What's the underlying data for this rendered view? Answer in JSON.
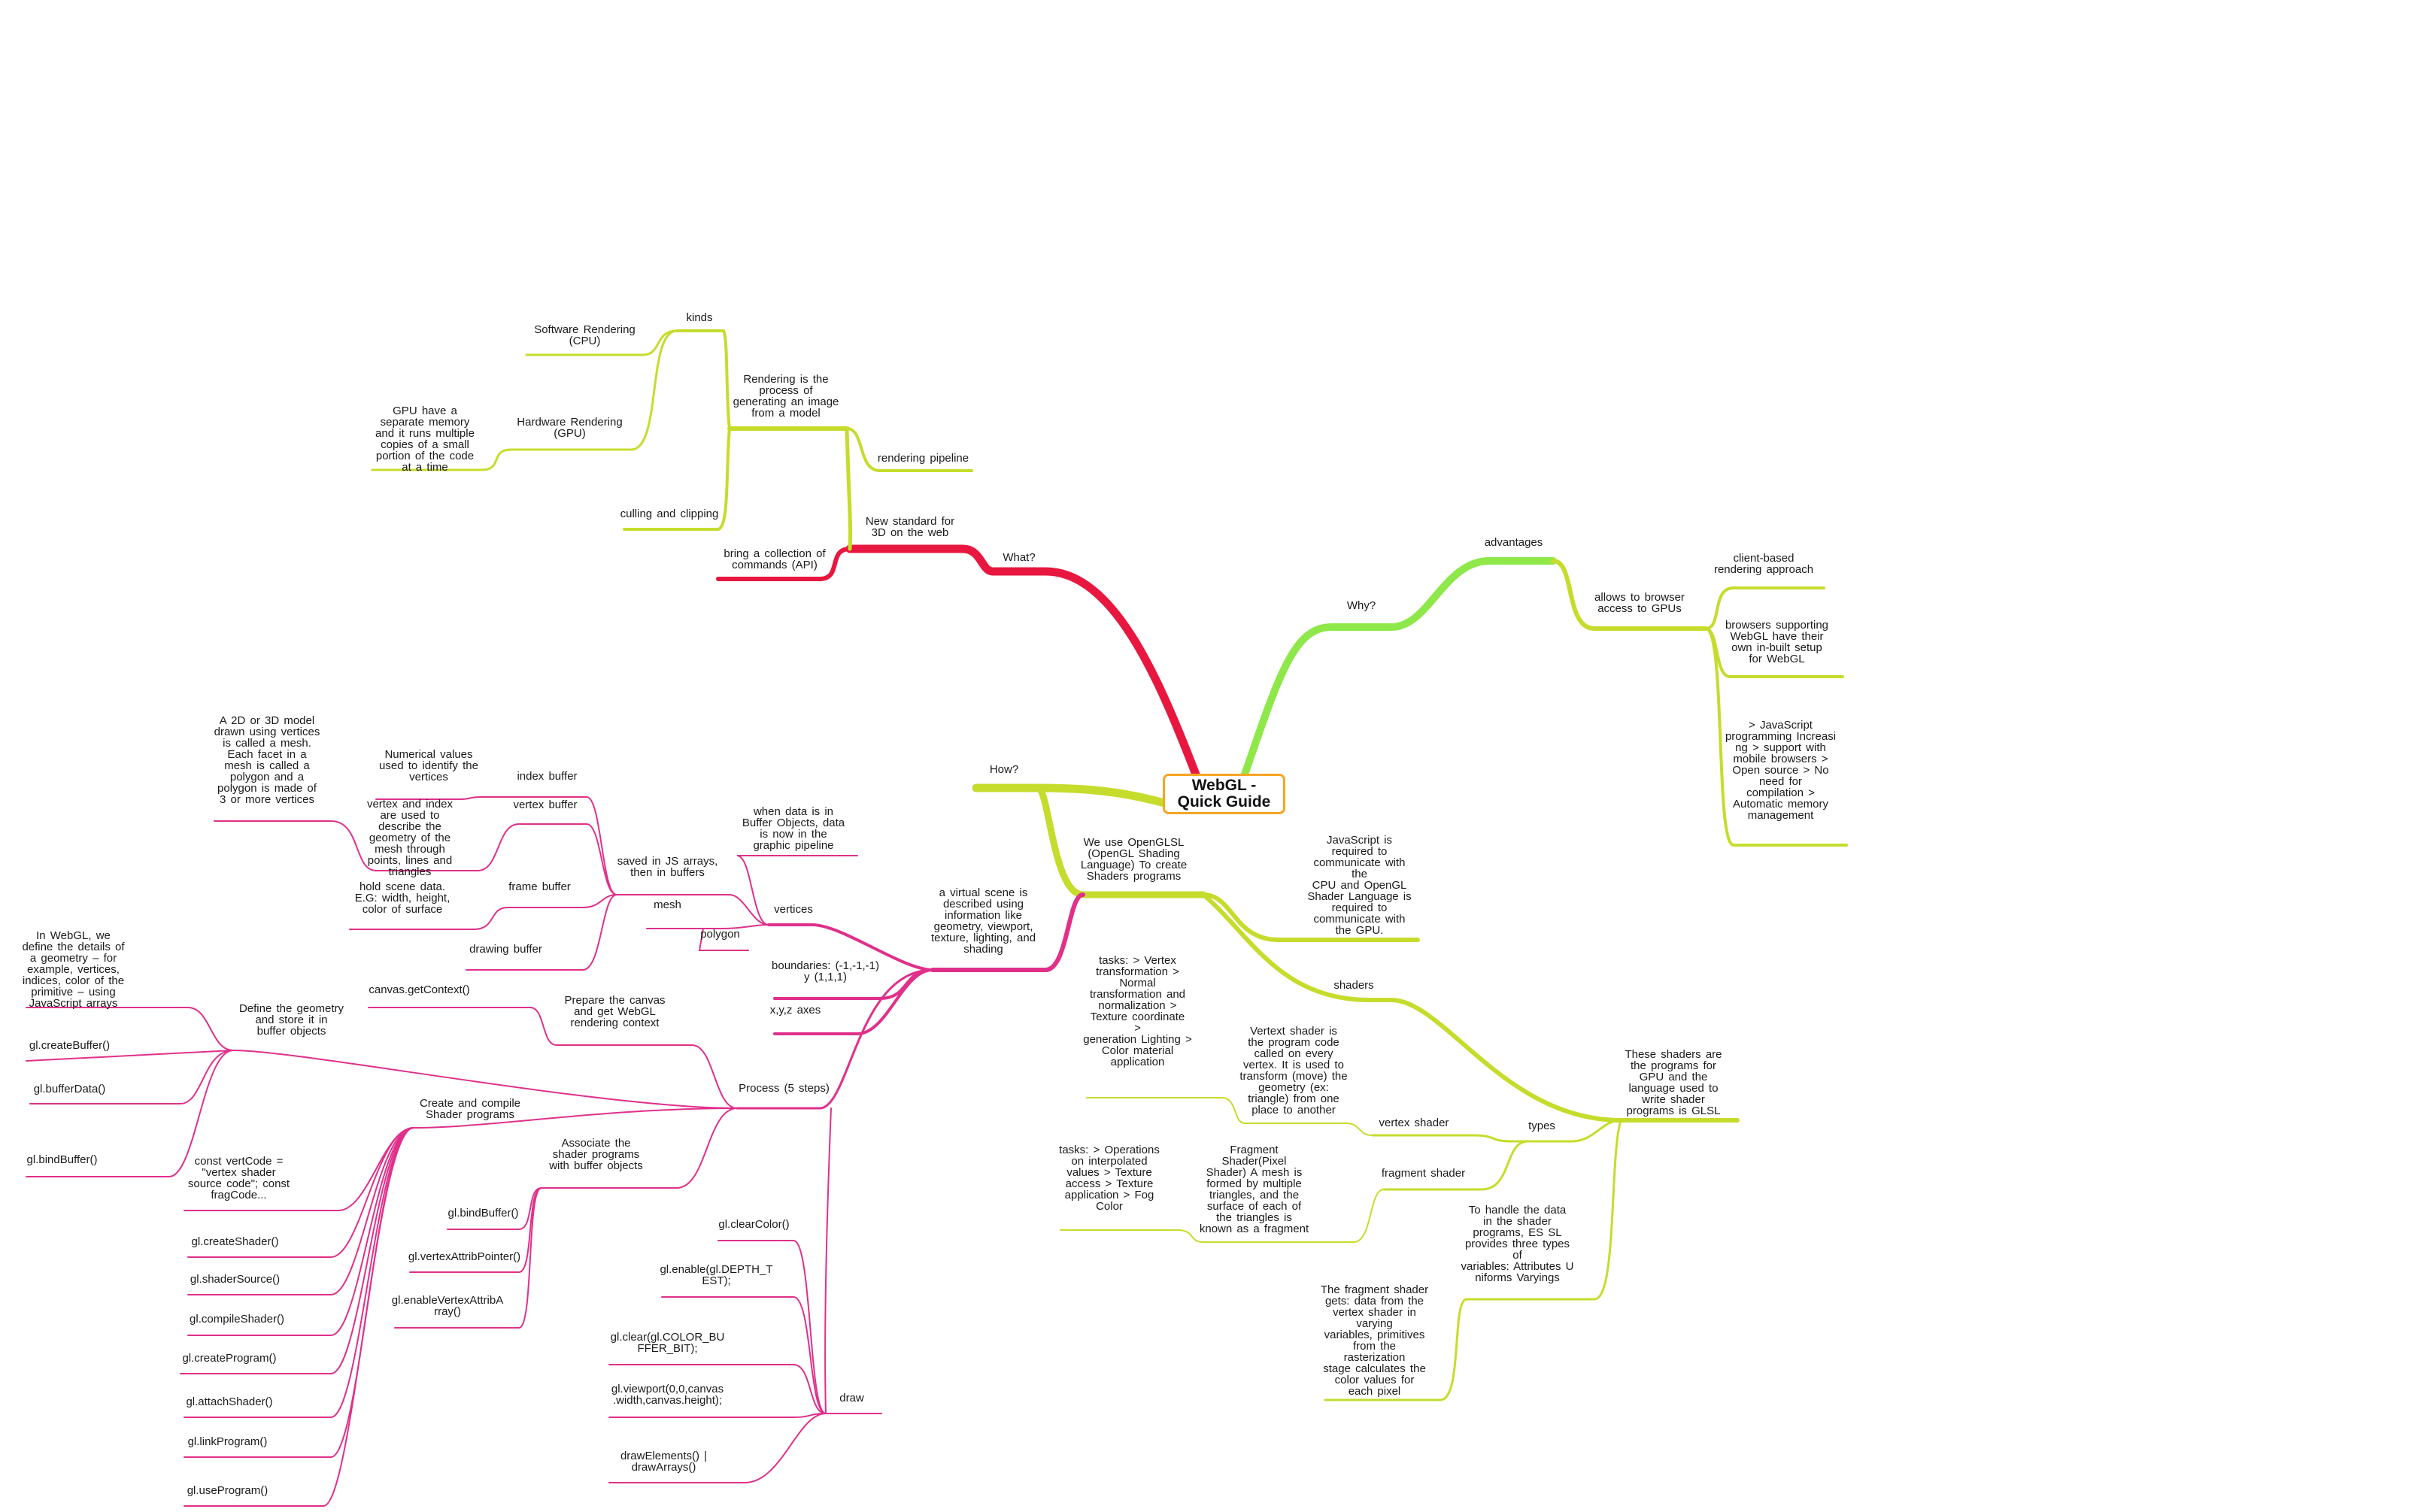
{
  "title": "WebGL -\nQuick Guide",
  "colors": {
    "what": "#e8173f",
    "why": "#8ee84a",
    "how": "#c6dc2c",
    "process": "#e0308a",
    "shaders": "#c6dc2c",
    "root_border": "#f5a623"
  },
  "nodes": {
    "what": "What?",
    "new_standard": "New standard for\n3D on the web",
    "bring_collection": "bring a collection of\ncommands (API)",
    "rendering_is": "Rendering is the\nprocess of\ngenerating an image\nfrom a model",
    "kinds": "kinds",
    "software_rendering": "Software Rendering\n(CPU)",
    "hardware_rendering": "Hardware Rendering\n(GPU)",
    "gpu_note": "GPU have a\nseparate memory\nand it runs multiple\ncopies of a small\nportion of the code\nat a time",
    "culling": "culling and clipping",
    "rendering_pipeline": "rendering pipeline",
    "why": "Why?",
    "advantages": "advantages",
    "allows_browser": "allows to browser\naccess to GPUs",
    "client_based": "client-based\nrendering approach",
    "browsers_supporting": "browsers supporting\nWebGL have their\nown in-built setup\nfor WebGL",
    "js_programming": "> JavaScript\nprogramming Increasi\nng > support with\nmobile browsers >\nOpen source > No\nneed for\ncompilation >\nAutomatic memory\nmanagement",
    "how": "How?",
    "we_use_glsl": "We use OpenGLSL\n(OpenGL Shading\nLanguage) To create\nShaders programs",
    "js_required": "JavaScript is\nrequired to\ncommunicate with\nthe\nCPU and OpenGL\nShader Language is\nrequired to\ncommunicate with\nthe GPU.",
    "shaders": "shaders",
    "these_shaders": "These shaders are\nthe programs for\nGPU and the\nlanguage used to\nwrite shader\nprograms is GLSL",
    "types": "types",
    "vertex_shader": "vertex shader",
    "vertex_shader_desc": "Vertext shader is\nthe program code\ncalled on every\nvertex. It is used to\ntransform (move) the\ngeometry (ex:\ntriangle) from one\nplace to another",
    "vertex_tasks": "tasks: > Vertex\ntransformation >\nNormal\ntransformation and\nnormalization >\nTexture coordinate\n>\ngeneration Lighting >\nColor material\napplication",
    "fragment_shader": "fragment shader",
    "fragment_desc": "Fragment\nShader(Pixel\nShader) A mesh is\nformed by multiple\ntriangles, and the\nsurface of each of\nthe triangles is\nknown as a fragment",
    "fragment_tasks": "tasks: > Operations\non interpolated\nvalues > Texture\naccess > Texture\napplication > Fog\nColor",
    "handle_data": "To handle the data\nin the shader\nprograms, ES SL\nprovides three types\nof\nvariables: Attributes U\nniforms Varyings",
    "fragment_gets": "The fragment shader\ngets: data from the\nvertex shader in\nvarying\nvariables, primitives\nfrom the\nrasterization\nstage calculates the\ncolor values for\neach pixel",
    "virtual_scene": "a virtual scene is\ndescribed using\ninformation like\ngeometry, viewport,\ntexture, lighting, and\nshading",
    "vertices": "vertices",
    "when_data": "when data is in\nBuffer Objects, data\nis now in the\ngraphic pipeline",
    "saved_js": "saved in JS arrays,\nthen in buffers",
    "index_buffer": "index buffer",
    "numerical_values": "Numerical values\nused to identify the\nvertices",
    "vertex_buffer": "vertex buffer",
    "vertex_index_desc": "vertex and index\nare used to\ndescribe the\ngeometry of the\nmesh through\npoints, lines and\ntriangles",
    "mesh_desc": "A 2D or 3D model\ndrawn using vertices\nis called a mesh.\nEach facet in a\nmesh is called a\npolygon and a\npolygon is made of\n3 or more vertices",
    "frame_buffer": "frame buffer",
    "hold_scene": "hold scene data.\nE.G: width, height,\ncolor of surface",
    "drawing_buffer": "drawing buffer",
    "mesh": "mesh",
    "polygon": "polygon",
    "boundaries": "boundaries: (-1,-1,-1)\ny (1,1,1)",
    "xyz_axes": "x,y,z axes",
    "process": "Process (5 steps)",
    "prepare_canvas": "Prepare the canvas\nand get WebGL\nrendering context",
    "get_context": "canvas.getContext()",
    "define_geometry": "Define the geometry\nand store it in\nbuffer objects",
    "in_webgl": "In WebGL, we\ndefine the details of\na geometry – for\nexample, vertices,\nindices, color of the\nprimitive – using\nJavaScript arrays",
    "create_buffer": "gl.createBuffer()",
    "buffer_data": "gl.bufferData()",
    "bind_buffer_1": "gl.bindBuffer()",
    "create_compile": "Create and compile\nShader programs",
    "const_vert": "const vertCode =\n\"vertex shader\nsource code\"; const\nfragCode...",
    "create_shader": "gl.createShader()",
    "shader_source": "gl.shaderSource()",
    "compile_shader": "gl.compileShader()",
    "create_program": "gl.createProgram()",
    "attach_shader": "gl.attachShader()",
    "link_program": "gl.linkProgram()",
    "use_program": "gl.useProgram()",
    "associate": "Associate the\nshader programs\nwith buffer objects",
    "bind_buffer_2": "gl.bindBuffer()",
    "vertex_attrib_pointer": "gl.vertexAttribPointer()",
    "enable_vertex_attrib": "gl.enableVertexAttribA\nrray()",
    "draw": "draw",
    "clear_color": "gl.clearColor()",
    "enable_depth": "gl.enable(gl.DEPTH_T\nEST);",
    "clear": "gl.clear(gl.COLOR_BU\nFFER_BIT);",
    "viewport": "gl.viewport(0,0,canvas\n.width,canvas.height);",
    "draw_elements": "drawElements() |\ndrawArrays()"
  }
}
